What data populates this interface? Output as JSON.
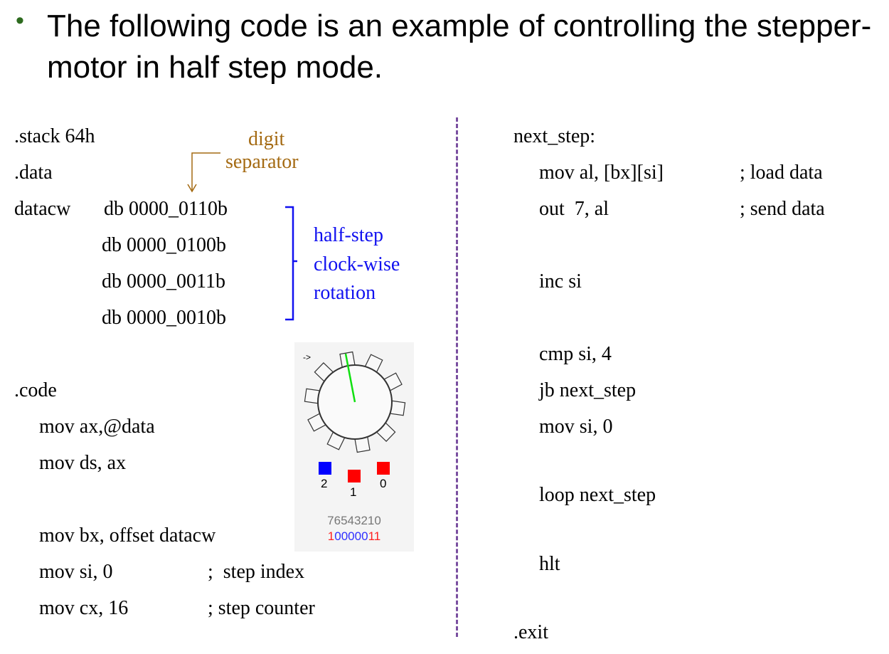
{
  "title": {
    "bullet": "•",
    "text": "The following code is an example of controlling the stepper-motor in half step mode."
  },
  "left_code": {
    "stack": ".stack 64h",
    "data": ".data",
    "datacw_label": "datacw",
    "db": [
      "db 0000_0110b",
      "db 0000_0100b",
      "db 0000_0011b",
      "db 0000_0010b"
    ],
    "code": ".code",
    "l1": "mov ax,@data",
    "l2": "mov ds, ax",
    "l3": "mov bx, offset datacw",
    "l4": "mov si, 0",
    "l4c": ";  step index",
    "l5": "mov cx, 16",
    "l5c": "; step counter"
  },
  "annotations": {
    "digit": "digit",
    "separator": "separator",
    "half_step": "half-step",
    "clock_wise": "clock-wise",
    "rotation": "rotation"
  },
  "motor": {
    "arrow": "->",
    "leds": [
      {
        "label": "2",
        "color": "#0000ff"
      },
      {
        "label": "1",
        "color": "#ff0000"
      },
      {
        "label": "0",
        "color": "#ff0000"
      }
    ],
    "bit_positions": "76543210",
    "bits": "10000011"
  },
  "right_code": {
    "label": "next_step:",
    "r1": "mov al, [bx][si]",
    "r1c": "; load data",
    "r2": "out  7, al",
    "r2c": "; send data",
    "r3": "inc si",
    "r4": "cmp si, 4",
    "r5": "jb next_step",
    "r6": "mov si, 0",
    "r7": "loop next_step",
    "r8": "hlt",
    "exit": ".exit"
  }
}
